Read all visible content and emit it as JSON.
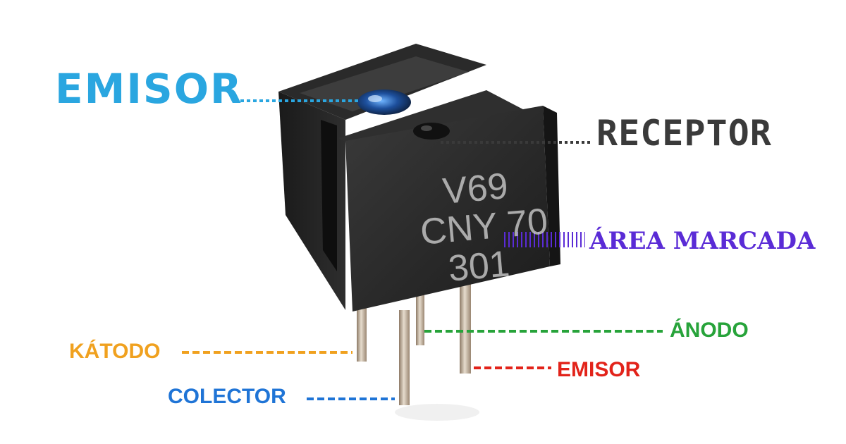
{
  "labels": {
    "emisor_top": "EMISOR",
    "receptor": "RECEPTOR",
    "area_marcada": "ÁREA MARCADA",
    "anodo": "ÁNODO",
    "katodo": "KÁTODO",
    "emisor_pin": "EMISOR",
    "colector": "COLECTOR"
  },
  "component_marking": {
    "line1": "V69",
    "line2": "CNY 70",
    "line3": "301"
  },
  "colors": {
    "emisor_top": "#2aa6e0",
    "receptor": "#3a3a3a",
    "area_marcada": "#5a2bd6",
    "anodo": "#27a33a",
    "katodo": "#f0a11f",
    "emisor_pin": "#e2231a",
    "colector": "#1f74d6"
  }
}
